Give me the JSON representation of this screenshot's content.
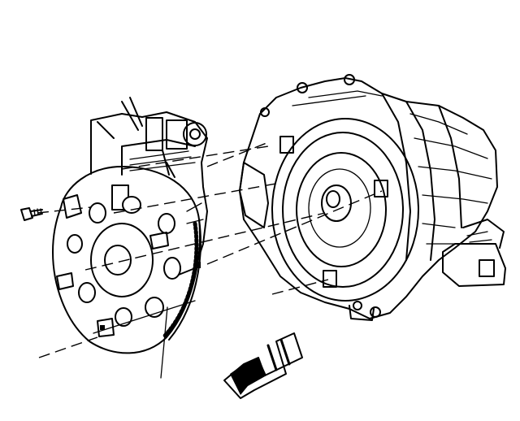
{
  "figure": {
    "kind": "exploded-view line drawing",
    "background": "#ffffff",
    "ink": "#000000",
    "parts": [
      "flywheel",
      "engine-block",
      "torque-converter",
      "transmission-case",
      "bolt"
    ],
    "direction_arrow": "front-arrow-icon"
  }
}
